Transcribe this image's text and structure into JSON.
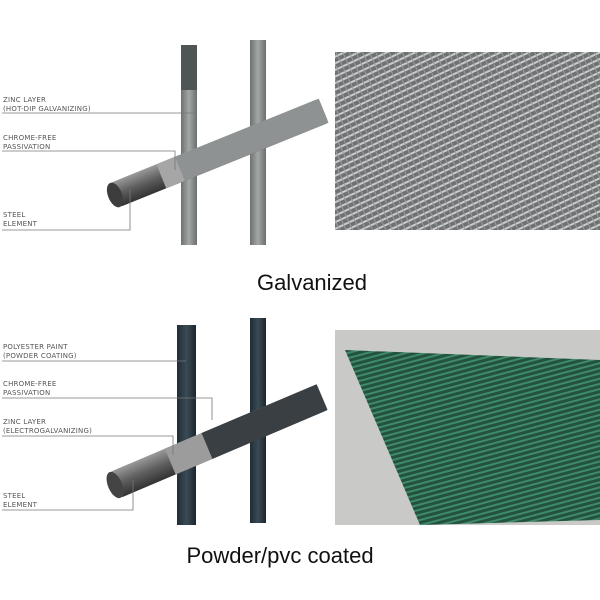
{
  "galvanized": {
    "title": "Galvanized",
    "labels": [
      "ZINC LAYER\n(HOT-DIP GALVANIZING)",
      "CHROME-FREE\nPASSIVATION",
      "STEEL\nELEMENT"
    ],
    "rod_color": "#8a8f8e",
    "photo_color": "#7d7f80"
  },
  "powder": {
    "title": "Powder/pvc coated",
    "labels": [
      "POLYESTER PAINT\n(POWDER COATING)",
      "CHROME-FREE\nPASSIVATION",
      "ZINC LAYER\n(ELECTROGALVANIZING)",
      "STEEL\nELEMENT"
    ],
    "rod_color": "#2a3a44",
    "photo_color": "#2f6b55"
  }
}
